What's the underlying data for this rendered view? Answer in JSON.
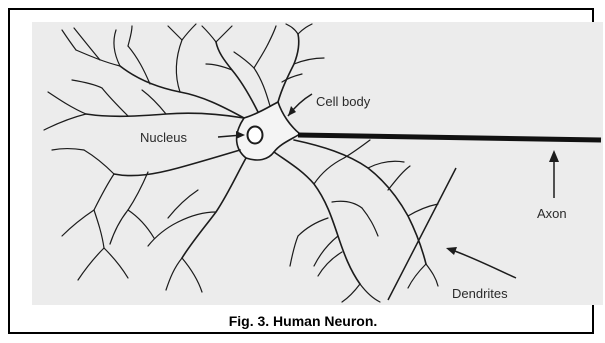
{
  "diagram": {
    "labels": {
      "cell_body": "Cell body",
      "nucleus": "Nucleus",
      "axon": "Axon",
      "dendrites": "Dendrites"
    },
    "caption": "Fig. 3. Human Neuron."
  }
}
